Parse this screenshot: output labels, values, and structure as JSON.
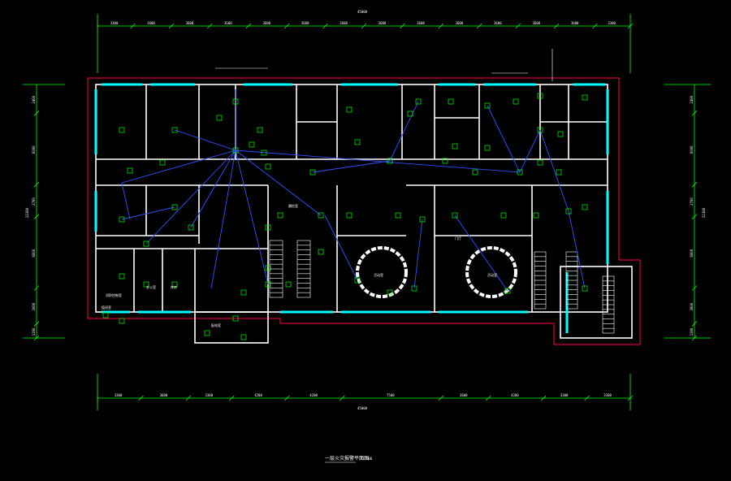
{
  "drawing": {
    "title": "一层火灾报警平面图",
    "scale": "1:100",
    "colors": {
      "background": "#000000",
      "dimension": "#00ff00",
      "wall": "#ffffff",
      "outline": "#ff0040",
      "window": "#00ffff",
      "cable": "#3050ff",
      "device": "#00ff00",
      "note": "#ffff00"
    },
    "top_total": "45000",
    "top_segments": [
      "3300",
      "3600",
      "3600",
      "3600",
      "3600",
      "3600",
      "3600",
      "3600",
      "3600",
      "3600",
      "3600",
      "3600",
      "3600",
      "3300"
    ],
    "bottom_total": "45000",
    "bottom_segments": [
      "3300",
      "3600",
      "3300",
      "4200",
      "4200",
      "7500",
      "3600",
      "4200",
      "3300",
      "3300"
    ],
    "left_total": "21300",
    "left_segments": [
      "2400",
      "6000",
      "2700",
      "6000",
      "3000",
      "1200"
    ],
    "right_total": "21300",
    "right_segments": [
      "2400",
      "6000",
      "2700",
      "6000",
      "3000",
      "1200"
    ],
    "rooms": [
      {
        "label": "值班室"
      },
      {
        "label": "消防控制室"
      },
      {
        "label": "办公室"
      },
      {
        "label": "库房"
      },
      {
        "label": "配电室"
      },
      {
        "label": "活动室"
      },
      {
        "label": "活动室"
      },
      {
        "label": "晨检室"
      },
      {
        "label": "门厅"
      }
    ]
  }
}
